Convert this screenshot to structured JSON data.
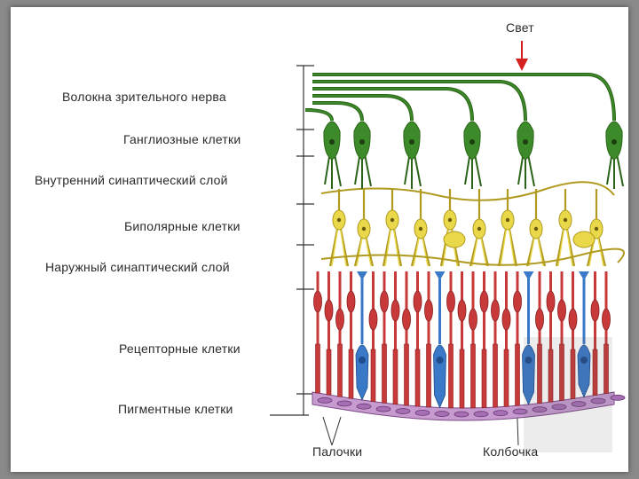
{
  "labels": {
    "light": "Свет",
    "optic_nerve_fibers": "Волокна зрительного нерва",
    "ganglion_cells": "Ганглиозные клетки",
    "inner_synaptic_layer": "Внутренний синаптический слой",
    "bipolar_cells": "Биполярные клетки",
    "outer_synaptic_layer": "Наружный синаптический слой",
    "receptor_cells": "Рецепторные клетки",
    "pigment_cells": "Пигментные клетки",
    "rods": "Палочки",
    "cone": "Колбочка"
  },
  "colors": {
    "ganglion": "#3d8a2a",
    "ganglion_dark": "#2a6418",
    "bipolar": "#e8d84a",
    "bipolar_dark": "#b09a20",
    "rod": "#c83a3a",
    "rod_dark": "#8a1c1c",
    "cone": "#3a78c8",
    "cone_dark": "#1f4c8c",
    "pigment": "#c79bd0",
    "arrow": "#d42020"
  }
}
